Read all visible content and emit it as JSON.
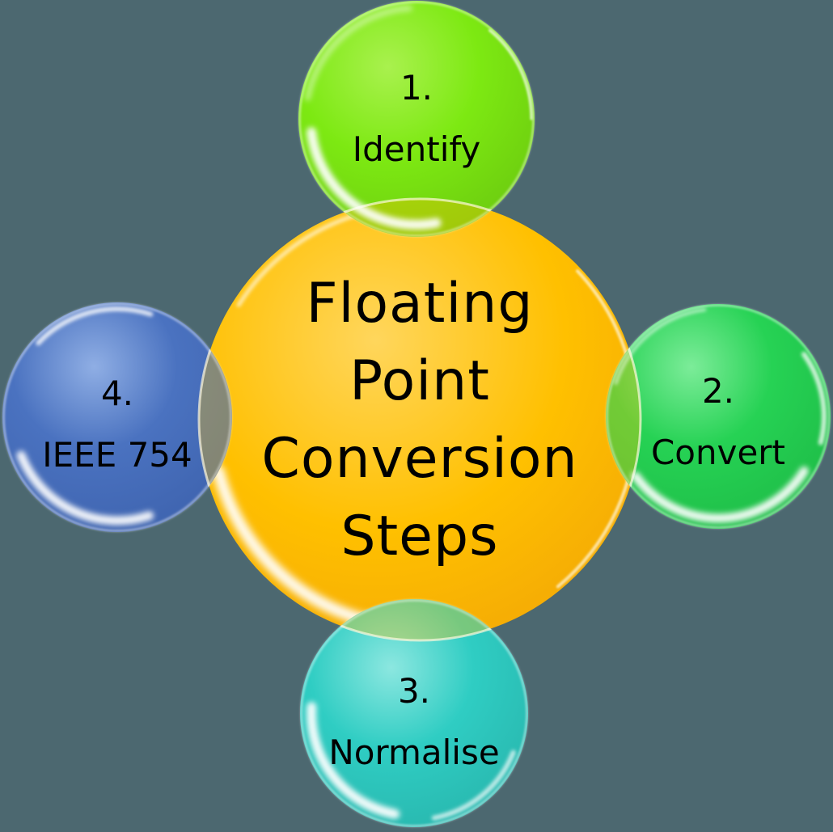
{
  "background": "#4C6870",
  "center": {
    "lines": [
      "Floating",
      "Point",
      "Conversion",
      "Steps"
    ],
    "fill": "#FFC000"
  },
  "steps": [
    {
      "number": "1.",
      "label": "Identify",
      "fill": "#7DE912"
    },
    {
      "number": "2.",
      "label": "Convert",
      "fill": "#26D254"
    },
    {
      "number": "3.",
      "label": "Normalise",
      "fill": "#2FCDC3"
    },
    {
      "number": "4.",
      "label": "IEEE 754",
      "fill": "#4A72C0"
    }
  ]
}
